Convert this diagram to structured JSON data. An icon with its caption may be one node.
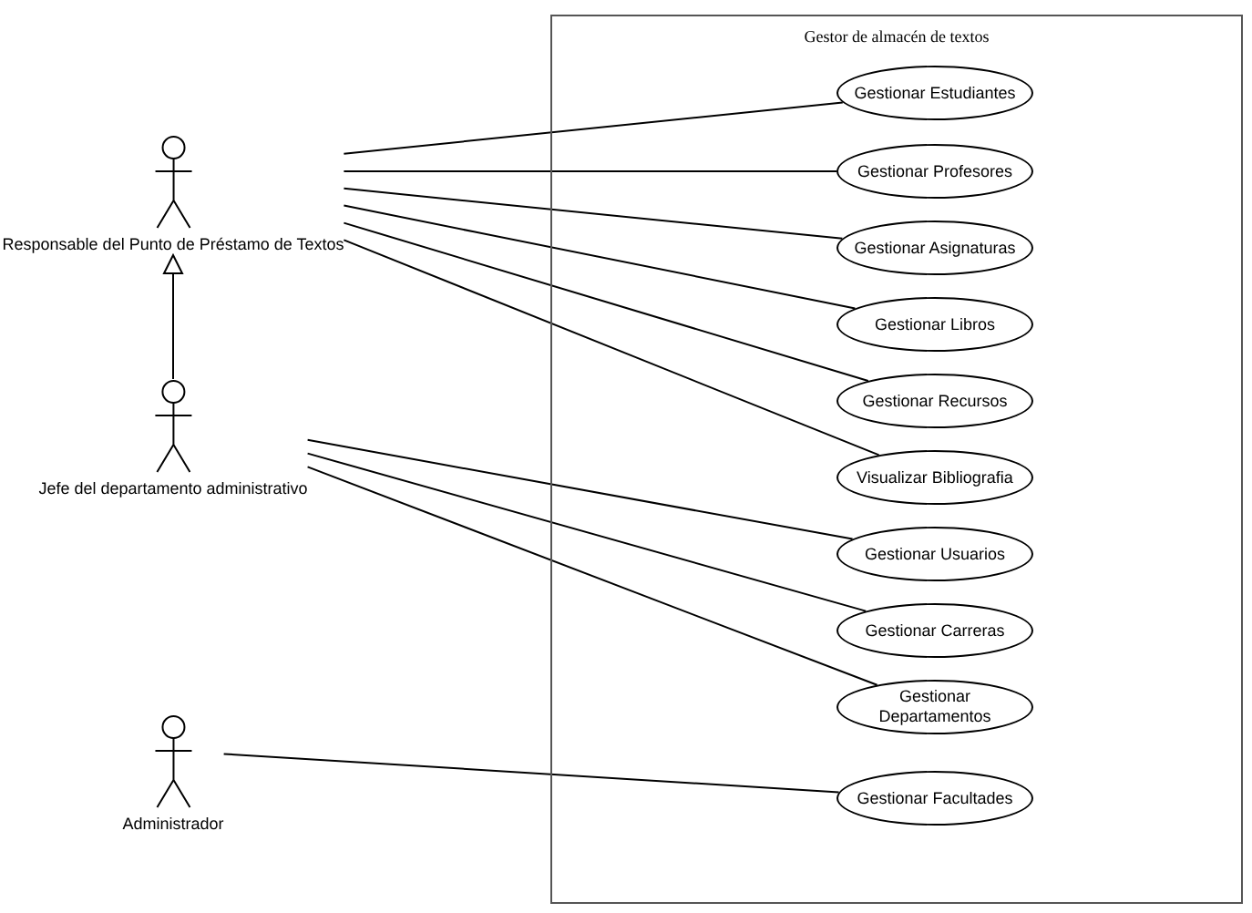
{
  "diagram": {
    "nodes": [
      {
        "text": [
          "Responsable del Punto de Préstamo de Textos"
        ]
      },
      {
        "text": [
          "Jefe del departamento administrativo"
        ]
      },
      {
        "text": [
          "Administrador"
        ]
      },
      {
        "text": [
          "Gestor de almacén de textos"
        ]
      },
      {
        "text": [
          "Gestionar Estudiantes"
        ],
        "in": 3
      },
      {
        "text": [
          "Gestionar Profesores"
        ],
        "in": 3
      },
      {
        "text": [
          "Gestionar Asignaturas"
        ],
        "in": 3
      },
      {
        "text": [
          "Gestionar Libros"
        ],
        "in": 3
      },
      {
        "text": [
          "Gestionar Recursos"
        ],
        "in": 3
      },
      {
        "text": [
          "Visualizar Bibliografia"
        ],
        "in": 3
      },
      {
        "text": [
          "Gestionar Usuarios"
        ],
        "in": 3
      },
      {
        "text": [
          "Gestionar Carreras"
        ],
        "in": 3
      },
      {
        "text": [
          "Gestionar Departamentos"
        ],
        "in": 3
      },
      {
        "text": [
          "Gestionar Facultades"
        ],
        "in": 3
      }
    ],
    "edges": [
      {
        "from": 0,
        "to": 4,
        "arrow": "none"
      },
      {
        "from": 0,
        "to": 5,
        "arrow": "none"
      },
      {
        "from": 0,
        "to": 6,
        "arrow": "none"
      },
      {
        "from": 0,
        "to": 7,
        "arrow": "none"
      },
      {
        "from": 0,
        "to": 8,
        "arrow": "none"
      },
      {
        "from": 0,
        "to": 9,
        "arrow": "none"
      },
      {
        "from": 1,
        "to": 0,
        "arrow": "to"
      },
      {
        "from": 1,
        "to": 10,
        "arrow": "none"
      },
      {
        "from": 1,
        "to": 11,
        "arrow": "none"
      },
      {
        "from": 1,
        "to": 12,
        "arrow": "none"
      },
      {
        "from": 2,
        "to": 13,
        "arrow": "none"
      }
    ]
  }
}
